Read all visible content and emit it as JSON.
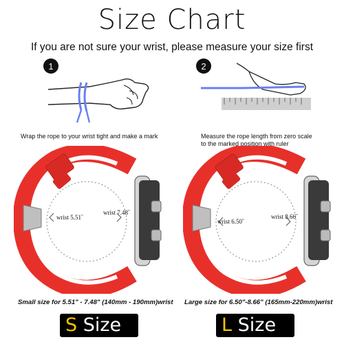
{
  "title": "Size Chart",
  "subtitle": "If you are not sure your wrist, please measure your size first",
  "steps": [
    {
      "number": "1",
      "text": "Wrap the rope to your wrist tight and make a mark"
    },
    {
      "number": "2",
      "line1": "Measure the rope length from zero scale",
      "line2": "to the marked position with ruler"
    }
  ],
  "small_band": {
    "label_min": "wrist 5.51",
    "label_max": "wrist 7.48",
    "mark": "\""
  },
  "large_band": {
    "label_min": "wrist 6.50",
    "label_max": "wrist 8.66",
    "mark": "\""
  },
  "captions": {
    "small": "Small size for 5.51\" - 7.48\" (140mm - 190mm)wrist",
    "large": "Large size for 6.50\"-8.66\" (165mm-220mm)wrist"
  },
  "badges": {
    "small": {
      "letter": "S",
      "word": "Size"
    },
    "large": {
      "letter": "L",
      "word": "Size"
    }
  },
  "colors": {
    "band": "#e8302b",
    "accent": "#f5c400",
    "rope": "#6a7ff0"
  }
}
